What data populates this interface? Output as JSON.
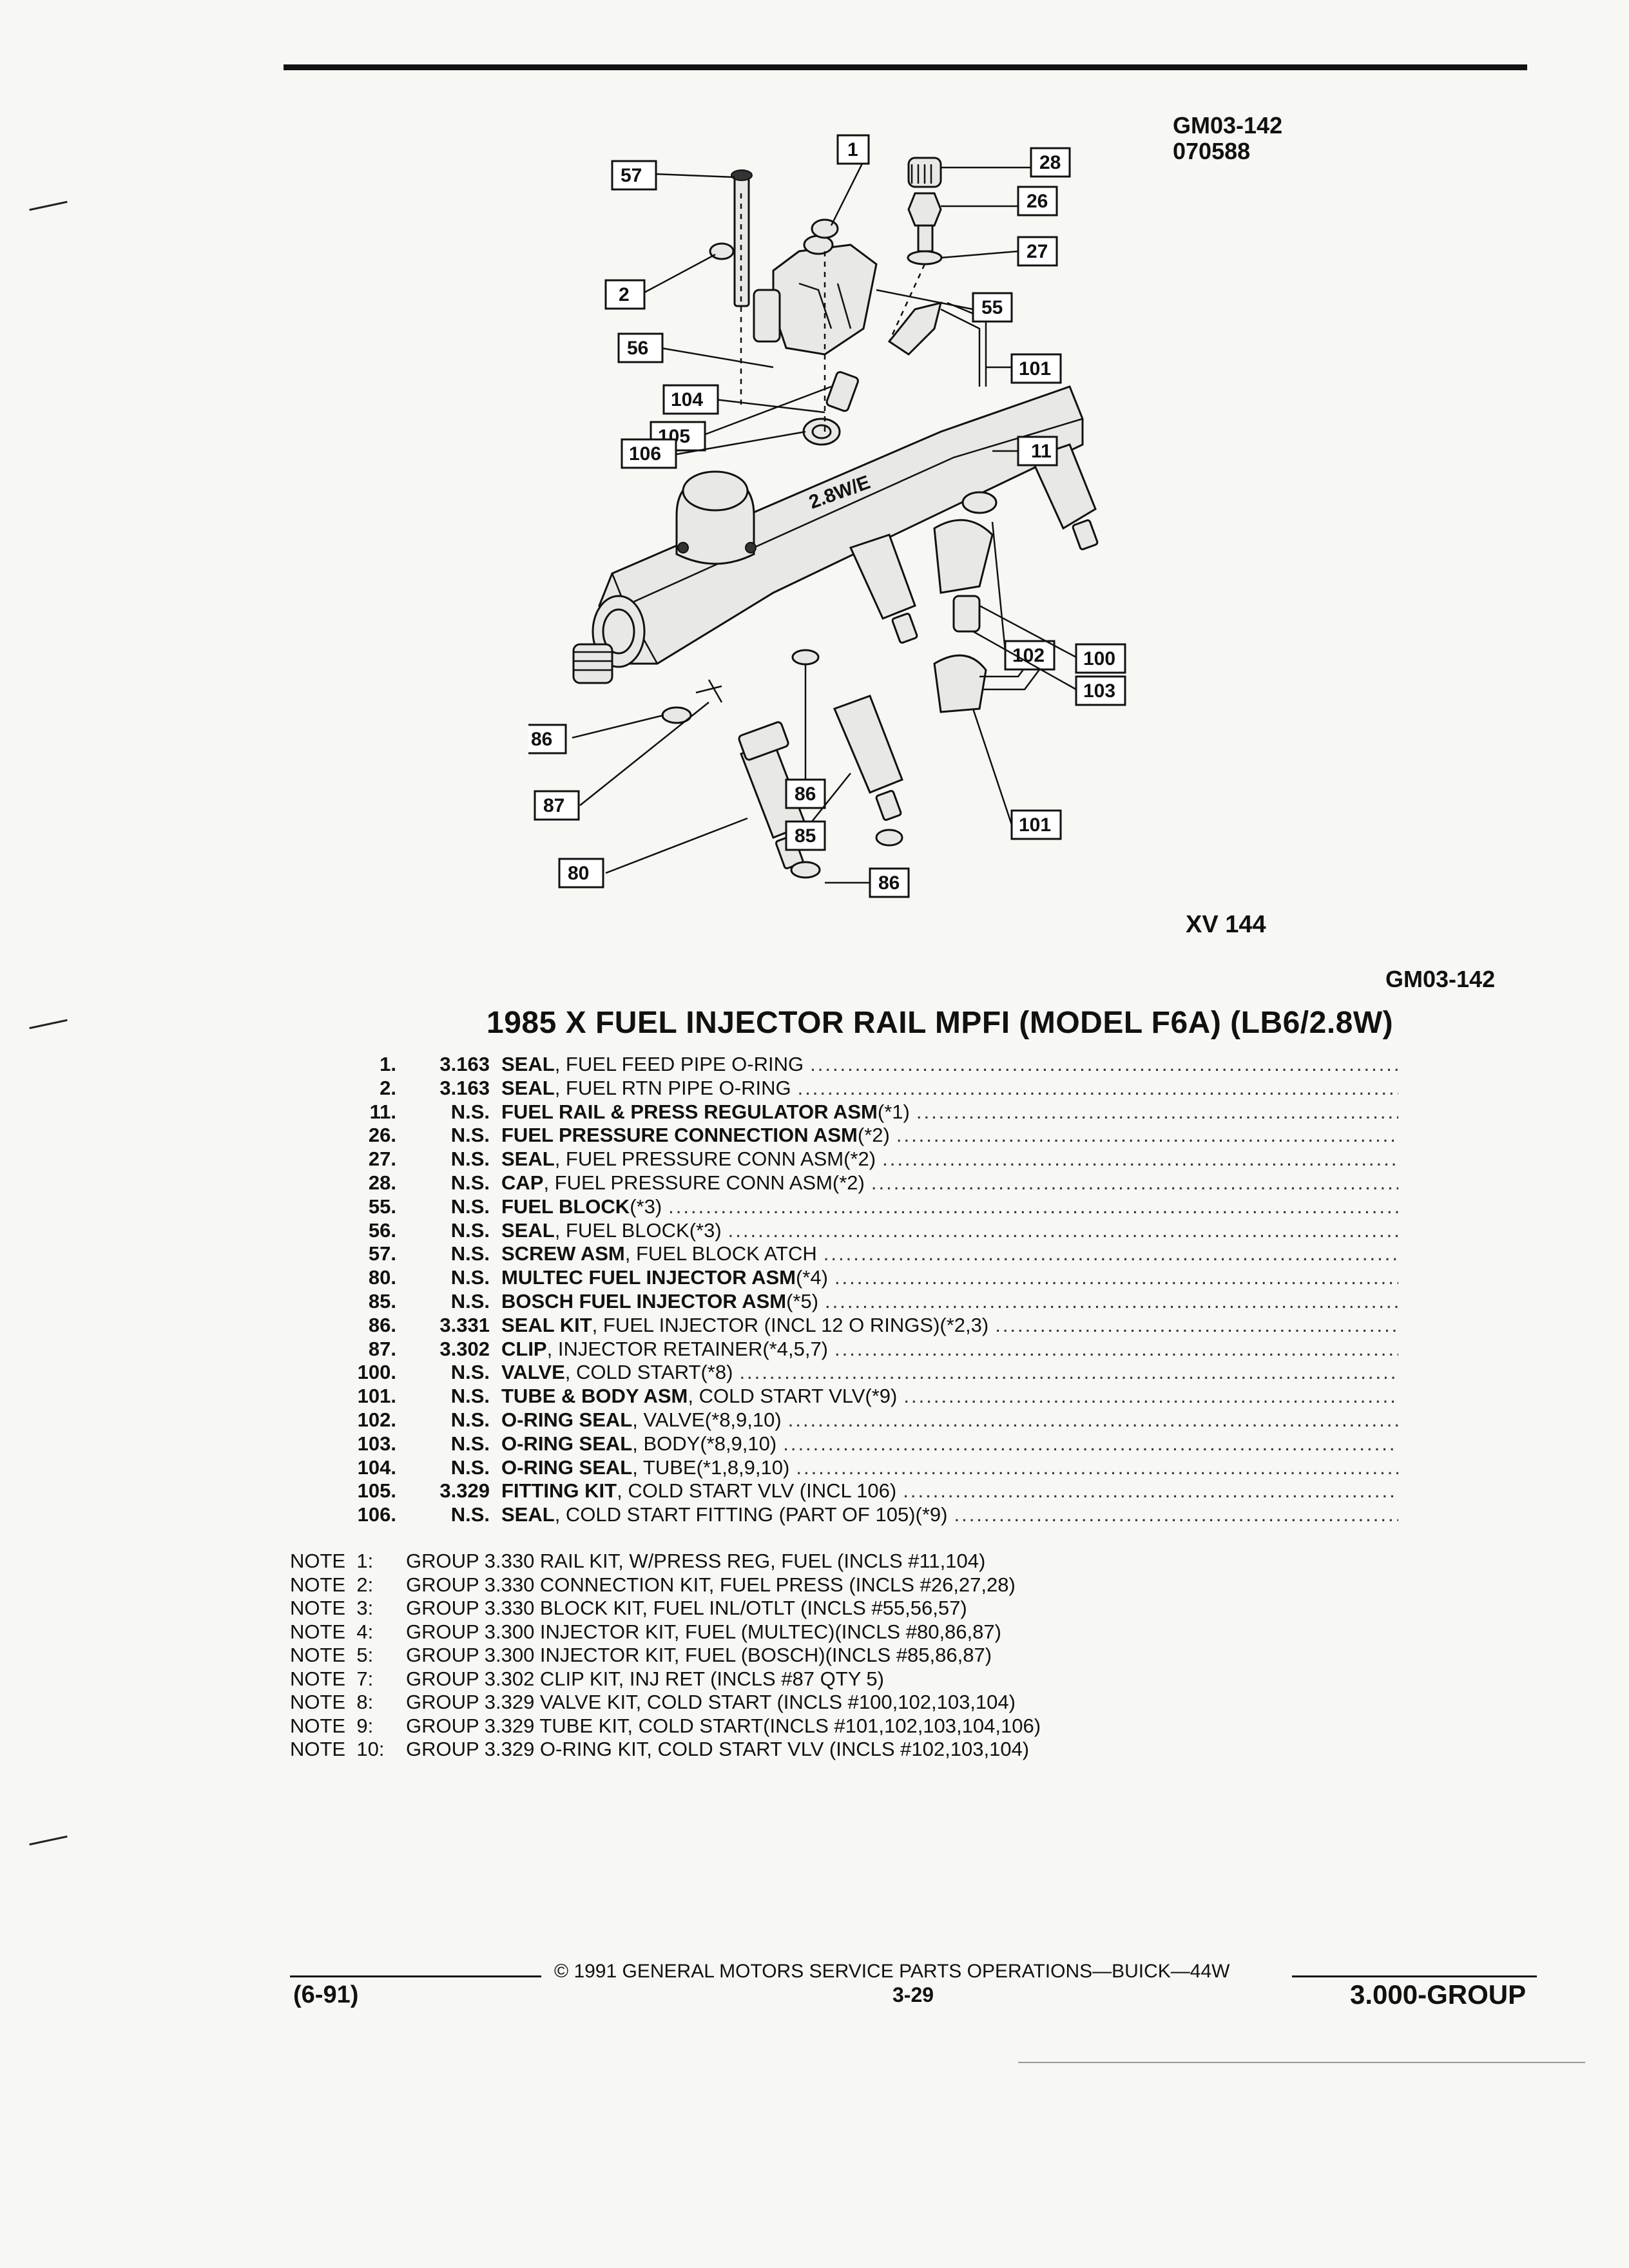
{
  "header": {
    "ref_code_line1": "GM03-142",
    "ref_code_line2": "070588",
    "figure_code": "XV 144",
    "ref_code_right": "GM03-142"
  },
  "callouts": [
    "57",
    "1",
    "28",
    "26",
    "27",
    "2",
    "55",
    "56",
    "101",
    "104",
    "11",
    "105",
    "106",
    "102",
    "100",
    "86",
    "103",
    "87",
    "86",
    "85",
    "101",
    "80",
    "86"
  ],
  "title": "1985 X FUEL INJECTOR RAIL MPFI (MODEL F6A) (LB6/2.8W)",
  "parts": [
    {
      "num": "1.",
      "group": "3.163",
      "name": "SEAL",
      "detail": ", FUEL FEED PIPE O-RING"
    },
    {
      "num": "2.",
      "group": "3.163",
      "name": "SEAL",
      "detail": ", FUEL RTN PIPE O-RING"
    },
    {
      "num": "11.",
      "group": "N.S.",
      "name": "FUEL RAIL & PRESS REGULATOR ASM",
      "detail": " (*1)"
    },
    {
      "num": "26.",
      "group": "N.S.",
      "name": "FUEL PRESSURE CONNECTION ASM",
      "detail": " (*2)"
    },
    {
      "num": "27.",
      "group": "N.S.",
      "name": "SEAL",
      "detail": ", FUEL PRESSURE CONN ASM(*2)"
    },
    {
      "num": "28.",
      "group": "N.S.",
      "name": "CAP",
      "detail": ", FUEL PRESSURE CONN ASM(*2)"
    },
    {
      "num": "55.",
      "group": "N.S.",
      "name": "FUEL BLOCK",
      "detail": " (*3)"
    },
    {
      "num": "56.",
      "group": "N.S.",
      "name": "SEAL",
      "detail": ", FUEL BLOCK(*3)"
    },
    {
      "num": "57.",
      "group": "N.S.",
      "name": "SCREW ASM",
      "detail": ", FUEL BLOCK ATCH"
    },
    {
      "num": "80.",
      "group": "N.S.",
      "name": "MULTEC FUEL INJECTOR ASM",
      "detail": " (*4)"
    },
    {
      "num": "85.",
      "group": "N.S.",
      "name": "BOSCH FUEL INJECTOR ASM",
      "detail": " (*5)"
    },
    {
      "num": "86.",
      "group": "3.331",
      "name": "SEAL KIT",
      "detail": ", FUEL INJECTOR (INCL 12 O RINGS)(*2,3)"
    },
    {
      "num": "87.",
      "group": "3.302",
      "name": "CLIP",
      "detail": ", INJECTOR RETAINER(*4,5,7)"
    },
    {
      "num": "100.",
      "group": "N.S.",
      "name": "VALVE",
      "detail": ", COLD START(*8)"
    },
    {
      "num": "101.",
      "group": "N.S.",
      "name": "TUBE & BODY ASM",
      "detail": ", COLD START VLV(*9)"
    },
    {
      "num": "102.",
      "group": "N.S.",
      "name": "O-RING SEAL",
      "detail": ", VALVE(*8,9,10)"
    },
    {
      "num": "103.",
      "group": "N.S.",
      "name": "O-RING SEAL",
      "detail": ", BODY(*8,9,10)"
    },
    {
      "num": "104.",
      "group": "N.S.",
      "name": "O-RING SEAL",
      "detail": ", TUBE(*1,8,9,10)"
    },
    {
      "num": "105.",
      "group": "3.329",
      "name": "FITTING KIT",
      "detail": ", COLD START VLV (INCL 106)"
    },
    {
      "num": "106.",
      "group": "N.S.",
      "name": "SEAL",
      "detail": ", COLD START FITTING (PART OF 105)(*9)"
    }
  ],
  "notes": [
    {
      "label": "NOTE  1:",
      "text": "GROUP 3.330 RAIL KIT, W/PRESS REG, FUEL (INCLS #11,104)"
    },
    {
      "label": "NOTE  2:",
      "text": "GROUP 3.330 CONNECTION KIT, FUEL PRESS (INCLS #26,27,28)"
    },
    {
      "label": "NOTE  3:",
      "text": "GROUP 3.330 BLOCK KIT, FUEL INL/OTLT (INCLS #55,56,57)"
    },
    {
      "label": "NOTE  4:",
      "text": "GROUP 3.300 INJECTOR KIT, FUEL (MULTEC)(INCLS #80,86,87)"
    },
    {
      "label": "NOTE  5:",
      "text": "GROUP 3.300 INJECTOR KIT, FUEL (BOSCH)(INCLS #85,86,87)"
    },
    {
      "label": "NOTE  7:",
      "text": "GROUP 3.302 CLIP KIT, INJ RET (INCLS #87 QTY 5)"
    },
    {
      "label": "NOTE  8:",
      "text": "GROUP 3.329 VALVE KIT, COLD START (INCLS #100,102,103,104)"
    },
    {
      "label": "NOTE  9:",
      "text": "GROUP 3.329 TUBE KIT, COLD START(INCLS #101,102,103,104,106)"
    },
    {
      "label": "NOTE  10:",
      "text": "GROUP 3.329 O-RING KIT, COLD START VLV (INCLS #102,103,104)"
    }
  ],
  "footer": {
    "copyright": "© 1991  GENERAL MOTORS SERVICE PARTS OPERATIONS—BUICK—44W",
    "date": "(6-91)",
    "page": "3-29",
    "group": "3.000-GROUP"
  },
  "leader_dots": "................................................................................................................................"
}
